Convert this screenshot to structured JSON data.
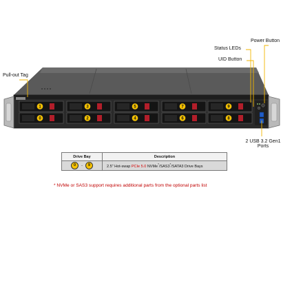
{
  "callouts": {
    "pull_out_tag": "Pull-out Tag",
    "status_leds": "Status LEDs",
    "power_button": "Power Button",
    "uid_button": "UID Button",
    "usb_ports_line1": "2 USB 3.2 Gen1",
    "usb_ports_line2": "Ports"
  },
  "drive_bays": [
    {
      "label": "1"
    },
    {
      "label": "0"
    },
    {
      "label": "3"
    },
    {
      "label": "2"
    },
    {
      "label": "5"
    },
    {
      "label": "4"
    },
    {
      "label": "7"
    },
    {
      "label": "6"
    },
    {
      "label": "9"
    },
    {
      "label": "8"
    }
  ],
  "table": {
    "headers": [
      "Drive Bay",
      "Description"
    ],
    "row": {
      "bay_from": "0",
      "bay_sep": "-",
      "bay_to": "9",
      "desc_part1": "2.5\" Hot-swap ",
      "desc_pcie": "PCIe 5.0",
      "desc_part2": " NVMe",
      "desc_sup1": "*",
      "desc_part3": "/SAS3",
      "desc_sup2": "*",
      "desc_part4": "/SATA3 Drive Bays"
    }
  },
  "note": "* NVMe or SAS3 support requires additional parts from the optional parts list",
  "colors": {
    "badge": "#f6c200",
    "accent_red": "#d20000",
    "chassis_top": "#575757",
    "chassis_front": "#2b2b2b",
    "callout_line": "#f2b600",
    "usb_blue": "#1e5cc8"
  }
}
